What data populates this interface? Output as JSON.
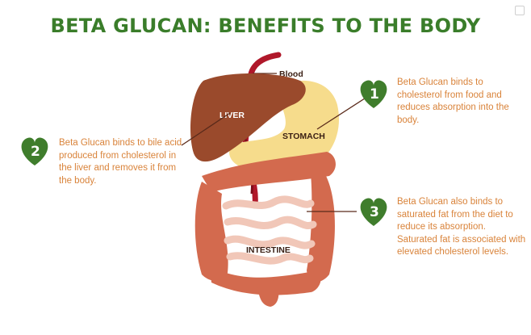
{
  "title": "BETA GLUCAN: BENEFITS TO THE BODY",
  "labels": {
    "blood": "Blood",
    "liver": "LIVER",
    "stomach": "STOMACH",
    "intestine": "INTESTINE"
  },
  "badges": [
    {
      "number": "1",
      "text": "Beta Glucan binds to cholesterol from food and reduces absorption into the body."
    },
    {
      "number": "2",
      "text": "Beta Glucan binds to bile  acid produced from cholesterol in the liver and removes it from the body."
    },
    {
      "number": "3",
      "text": "Beta Glucan also binds to saturated fat from the diet to reduce its absorption. Saturated fat is associated with elevated cholesterol levels."
    }
  ],
  "colors": {
    "title": "#3a7d2a",
    "badge": "#3f7d2c",
    "text": "#d9833a",
    "liver": "#9a4a2c",
    "stomach": "#f6dc8c",
    "blood": "#b0182a",
    "intestine_outer": "#d36a4e",
    "intestine_inner": "#f1c7b8"
  }
}
